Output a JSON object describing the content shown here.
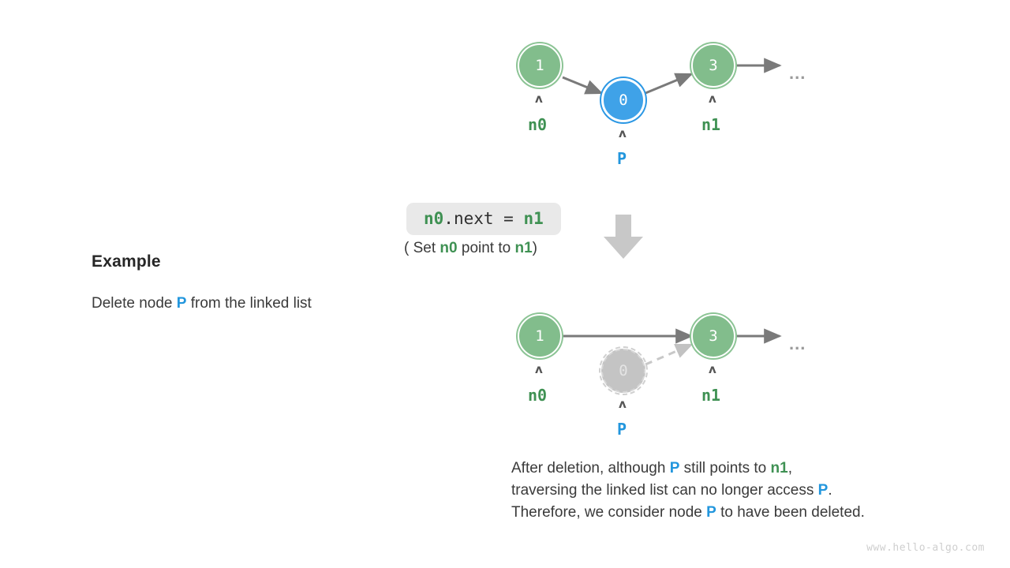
{
  "example": {
    "title": "Example",
    "instruction_prefix": "Delete node ",
    "instruction_pointer": "P",
    "instruction_suffix": " from the linked list"
  },
  "operation": {
    "code_left": "n0",
    "code_middle": ".next = ",
    "code_right": "n1",
    "caption_open": "( Set ",
    "caption_n0": "n0",
    "caption_mid": " point to ",
    "caption_n1": "n1",
    "caption_close": ")",
    "arrow_icon": "down-arrow-icon"
  },
  "diagram_before": {
    "label": "before-deletion",
    "nodes": [
      {
        "value": "1",
        "pointer": "n0",
        "pointer_color": "green",
        "state": "normal"
      },
      {
        "value": "0",
        "pointer": "P",
        "pointer_color": "blue",
        "state": "target"
      },
      {
        "value": "3",
        "pointer": "n1",
        "pointer_color": "green",
        "state": "normal"
      }
    ],
    "ellipsis": "...",
    "caret": "ʌ"
  },
  "diagram_after": {
    "label": "after-deletion",
    "nodes": [
      {
        "value": "1",
        "pointer": "n0",
        "pointer_color": "green",
        "state": "normal"
      },
      {
        "value": "0",
        "pointer": "P",
        "pointer_color": "blue",
        "state": "deleted"
      },
      {
        "value": "3",
        "pointer": "n1",
        "pointer_color": "green",
        "state": "normal"
      }
    ],
    "ellipsis": "...",
    "caret": "ʌ"
  },
  "conclusion": {
    "line1_a": "After deletion, although ",
    "line1_p": "P",
    "line1_b": " still points to ",
    "line1_n1": "n1",
    "line1_c": ",",
    "line2_a": "traversing the linked list can no longer access ",
    "line2_p": "P",
    "line2_b": ".",
    "line3_a": "Therefore, we consider node ",
    "line3_p": "P",
    "line3_b": " to have been deleted."
  },
  "watermark": "www.hello-algo.com",
  "colors": {
    "green_node": "#82bd8c",
    "green_text": "#3f9153",
    "blue_node": "#3fa2e8",
    "blue_text": "#2296dd",
    "gray_node": "#c4c4c4",
    "arrow": "#7a7a7a",
    "dashed_arrow": "#c8c8c8",
    "code_bg": "#e9e9e9"
  }
}
